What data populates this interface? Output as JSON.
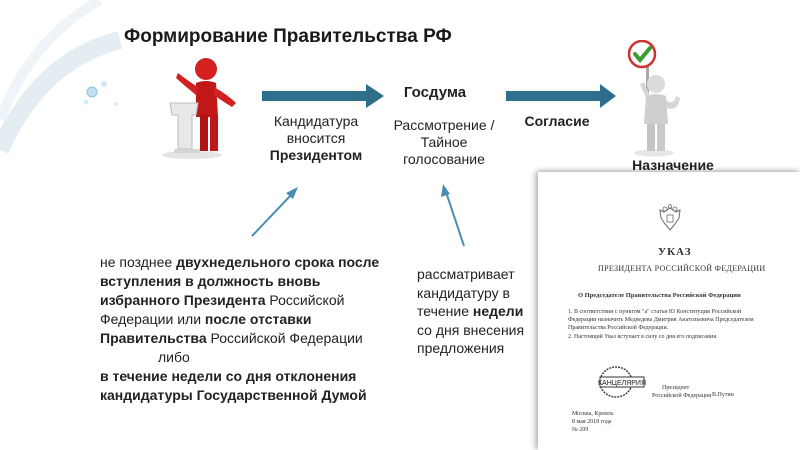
{
  "title": "Формирование Правительства РФ",
  "steps": {
    "president": {
      "line1": "Кандидатура",
      "line2": "вносится",
      "line3": "Президентом"
    },
    "duma": {
      "name": "Госдума",
      "line1": "Рассмотрение /",
      "line2": "Тайное",
      "line3": "голосование"
    },
    "consent": "Согласие",
    "appointment": "Назначение"
  },
  "left_note": {
    "l1a": "не позднее ",
    "l1b": "двухнедельного срока после",
    "l2": "вступления в должность вновь",
    "l3a": "избранного Президента",
    "l3b": " Российской",
    "l4a": "Федерации или ",
    "l4b": "после отставки",
    "l5a": "Правительства",
    "l5b": " Российской Федерации",
    "l6": "либо",
    "l7": "в течение недели со дня отклонения",
    "l8": "кандидатуры Государственной Думой"
  },
  "mid_note": {
    "l1": "рассматривает",
    "l2": "кандидатуру в",
    "l3a": "течение ",
    "l3b": "недели",
    "l4": "со дня внесения",
    "l5": "предложения"
  },
  "decree": {
    "heading": "УКАЗ",
    "subheading": "ПРЕЗИДЕНТА РОССИЙСКОЙ ФЕДЕРАЦИИ",
    "subject": "О Председателе Правительства Российской Федерации",
    "p1": "1. В соответствии с пунктом \"а\" статьи 83 Конституции Российской Федерации назначить Медведева Дмитрия Анатольевича Председателем Правительства Российской Федерации.",
    "p2": "2. Настоящий Указ вступает в силу со дня его подписания.",
    "stamp_text": "КАНЦЕЛЯРИЯ",
    "sign_role_1": "Президент",
    "sign_role_2": "Российской Федерации",
    "sign_name": "В.Путин",
    "place": "Москва, Кремль",
    "date": "8 мая 2018 года",
    "number": "№ 209"
  },
  "colors": {
    "arrow": "#2e6f8c",
    "figure_red": "#d42020",
    "check_green": "#3a9d2f"
  }
}
